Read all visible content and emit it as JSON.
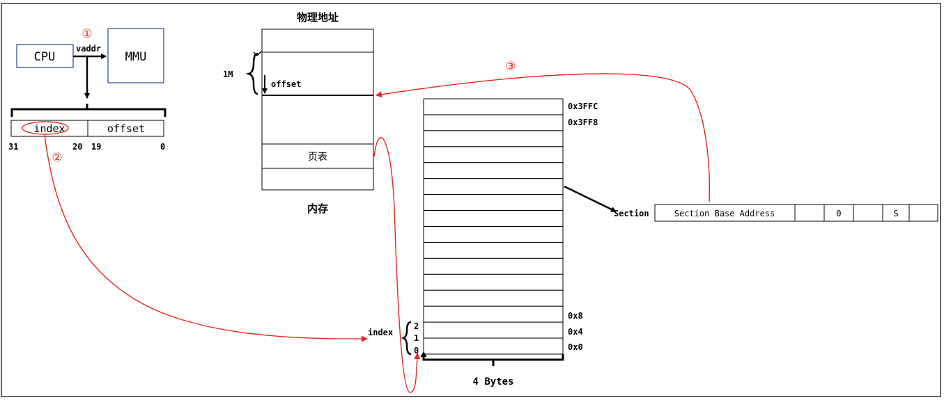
{
  "colors": {
    "line": "#000000",
    "accent": "#e8231f",
    "box_border": "#2f5597"
  },
  "cpu": {
    "label": "CPU"
  },
  "mmu": {
    "label": "MMU"
  },
  "vaddr_label": "vaddr",
  "steps": {
    "one": "①",
    "two": "②",
    "three": "③"
  },
  "virtual_address": {
    "fields": [
      "index",
      "offset"
    ],
    "bits": {
      "b31": "31",
      "b20": "20",
      "b19": "19",
      "b0": "0"
    }
  },
  "memory": {
    "title": "物理地址",
    "caption": "内存",
    "page_table_label": "页表",
    "range_label": "1M",
    "offset_label": "offset"
  },
  "page_table": {
    "top_addresses": [
      "0x3FFC",
      "0x3FF8"
    ],
    "bottom_addresses": [
      "0x8",
      "0x4",
      "0x0"
    ],
    "indices": [
      "2",
      "1",
      "0"
    ],
    "index_label": "index",
    "width_label": "4 Bytes"
  },
  "descriptor": {
    "type_label": "Section",
    "fields": [
      "Section Base Address",
      "",
      "0",
      "",
      "S",
      ""
    ]
  }
}
